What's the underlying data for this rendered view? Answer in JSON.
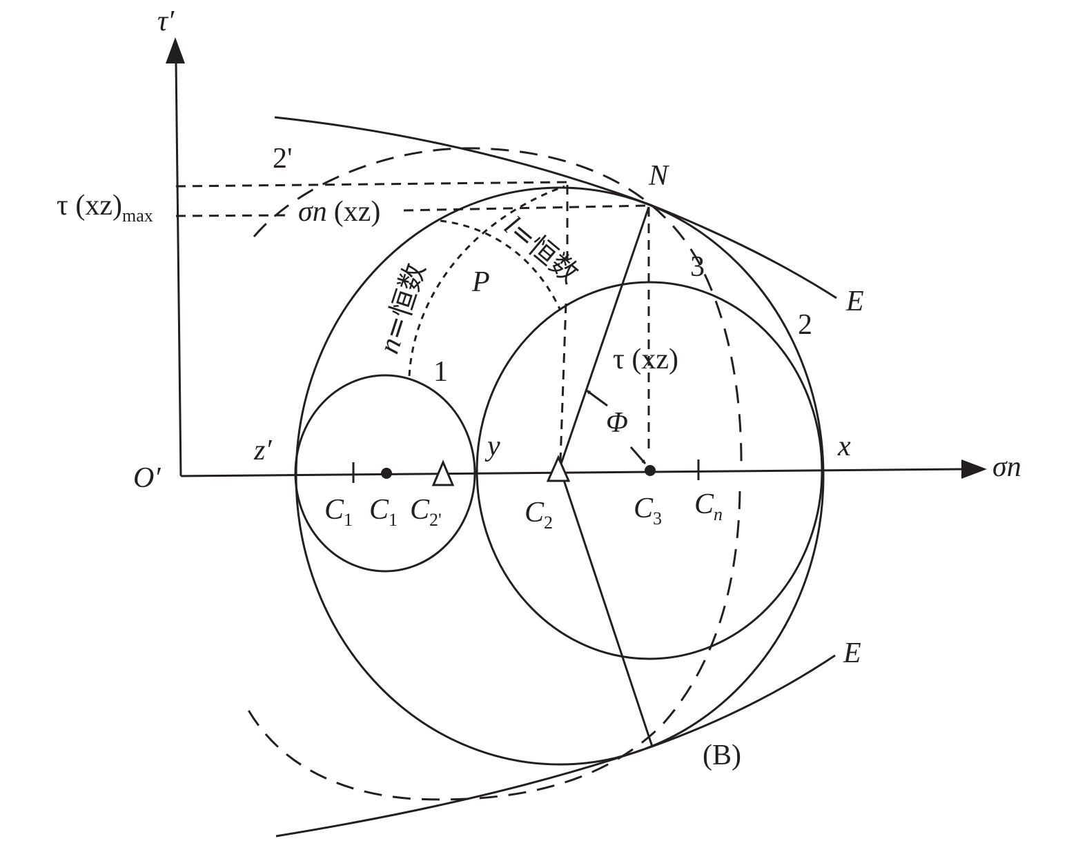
{
  "axes": {
    "vertical_label": "τ′",
    "horizontal_label": "σn",
    "origin_label": "O′"
  },
  "labels": {
    "tau_xz_max_main": "τ (xz)",
    "tau_xz_max_sub": "max",
    "sigma_n_xz_main": "σn",
    "sigma_n_xz_paren": "(xz)",
    "tau_xz": "τ (xz)",
    "point_N": "N",
    "envelope_top": "E",
    "envelope_bottom": "E",
    "circle_1": "1",
    "circle_2": "2",
    "circle_3": "3",
    "circle_2prime": "2'",
    "point_P": "P",
    "n_const_var": "n",
    "n_const_text": "=恒数",
    "l_const_var": "l",
    "l_const_text": "=恒数",
    "phi": "Φ",
    "z_prime": "z′",
    "y": "y",
    "x": "x",
    "figure_tag": "(B)"
  },
  "centers": {
    "c1_tick_main": "C",
    "c1_tick_sub": "1",
    "c1_dot_main": "C",
    "c1_dot_sub": "1",
    "c2prime_main": "C",
    "c2prime_sub": "2'",
    "c2_main": "C",
    "c2_sub": "2",
    "c3_main": "C",
    "c3_sub": "3",
    "cn_main": "C",
    "cn_sub": "n"
  },
  "colors": {
    "ink": "#231f20",
    "background": "#ffffff"
  }
}
